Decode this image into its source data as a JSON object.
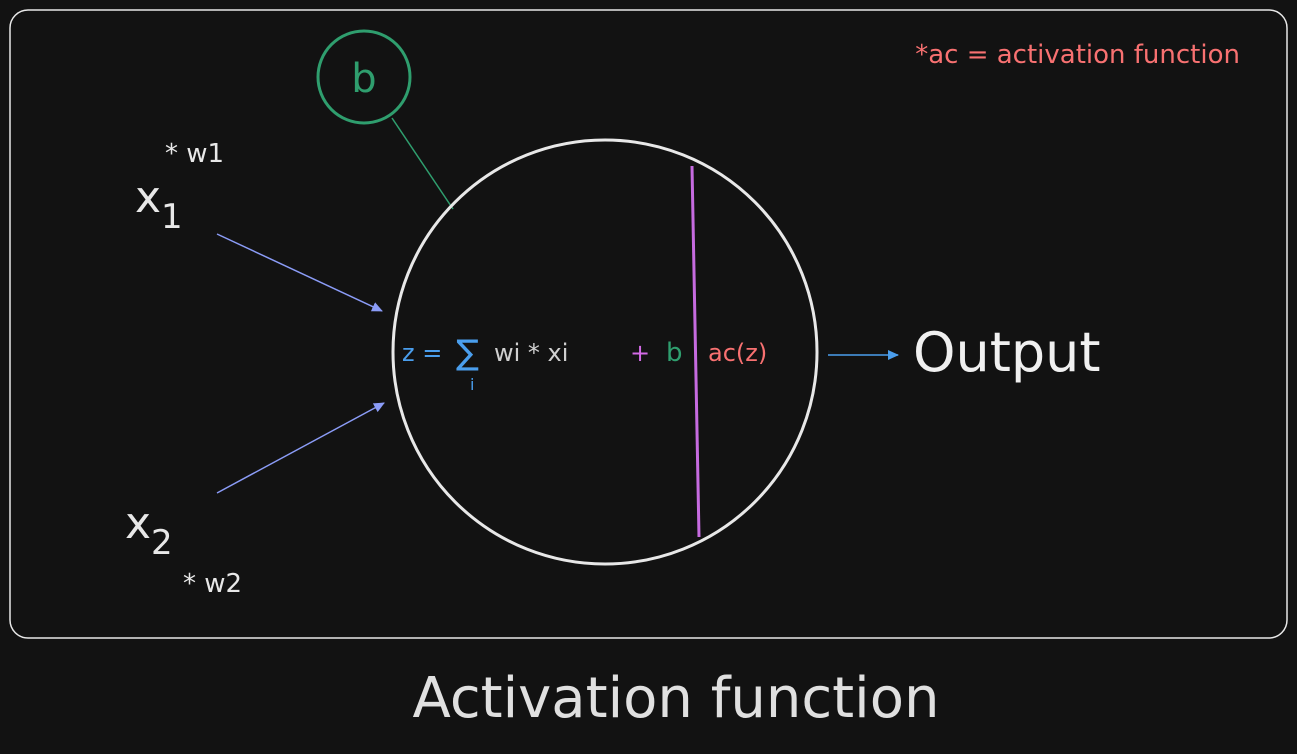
{
  "note": "*ac = activation function",
  "bias": "b",
  "inputs": [
    {
      "var": "x",
      "sub": "1",
      "weight": "* w1"
    },
    {
      "var": "x",
      "sub": "2",
      "weight": "* w2"
    }
  ],
  "formula": {
    "z": "z =",
    "sigma": "∑",
    "index": "i",
    "terms": "wi * xi",
    "plus": "+",
    "b": "b",
    "activation": "ac(z)"
  },
  "output": "Output",
  "caption": "Activation function",
  "colors": {
    "background": "#121212",
    "stroke": "#e8e8e8",
    "bias": "#2f9e6e",
    "formula": "#4a9eed",
    "activation": "#f87171",
    "plus": "#d36ae6",
    "divider": "#c66be0",
    "input_arrow": "#8b9cf7"
  }
}
